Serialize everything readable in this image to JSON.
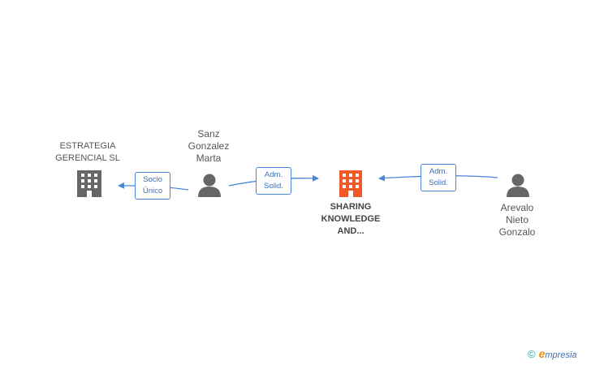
{
  "nodes": {
    "estrategia": {
      "label_lines": [
        "ESTRATEGIA",
        "GERENCIAL SL"
      ],
      "icon": "building-icon",
      "color": "#666666"
    },
    "sanz": {
      "label_lines": [
        "Sanz",
        "Gonzalez",
        "Marta"
      ],
      "icon": "person-icon",
      "color": "#666666"
    },
    "sharing": {
      "label_lines": [
        "SHARING",
        "KNOWLEDGE",
        "AND..."
      ],
      "icon": "building-icon",
      "color": "#f05a28"
    },
    "arevalo": {
      "label_lines": [
        "Arevalo",
        "Nieto",
        "Gonzalo"
      ],
      "icon": "person-icon",
      "color": "#666666"
    }
  },
  "edges": {
    "socio": {
      "label_lines": [
        "Socio",
        "Único"
      ]
    },
    "adm1": {
      "label_lines": [
        "Adm.",
        "Solid."
      ]
    },
    "adm2": {
      "label_lines": [
        "Adm.",
        "Solid."
      ]
    }
  },
  "colors": {
    "edge": "#4a86d8",
    "node": "#666666",
    "highlight": "#f05a28"
  },
  "brand": {
    "copyright": "©",
    "e": "e",
    "rest": "mpresia"
  }
}
